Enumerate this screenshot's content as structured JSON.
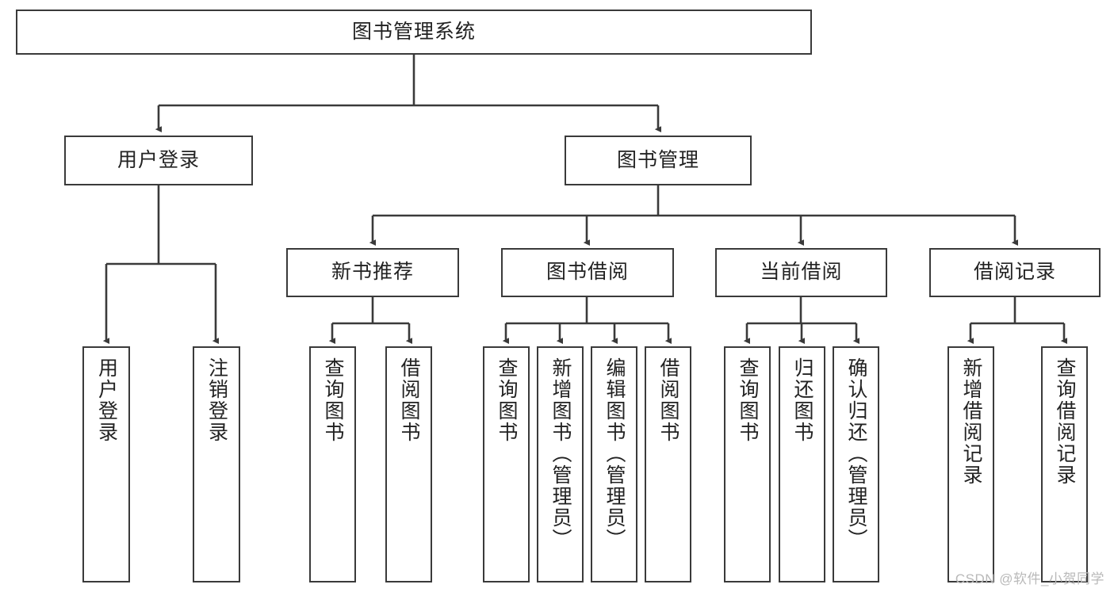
{
  "diagram": {
    "type": "tree-hierarchy-chart",
    "title": "图书管理系统",
    "watermark": "CSDN @软件_小贺同学",
    "colors": {
      "box_border": "#3a3a3a",
      "box_fill": "#ffffff",
      "connector": "#3a3a3a",
      "text": "#222222",
      "watermark": "#b9b9b9"
    },
    "nodes": {
      "root": {
        "label": "图书管理系统"
      },
      "level1": [
        {
          "id": "user-login",
          "label": "用户登录"
        },
        {
          "id": "book-manage",
          "label": "图书管理"
        }
      ],
      "level2": [
        {
          "id": "new-book-recommend",
          "label": "新书推荐"
        },
        {
          "id": "book-borrow",
          "label": "图书借阅"
        },
        {
          "id": "current-borrow",
          "label": "当前借阅"
        },
        {
          "id": "borrow-record",
          "label": "借阅记录"
        }
      ],
      "leaves": {
        "user-login": [
          {
            "id": "leaf-user-login",
            "label": "用户登录"
          },
          {
            "id": "leaf-user-logout",
            "label": "注销登录"
          }
        ],
        "new-book-recommend": [
          {
            "id": "leaf-query-book-1",
            "label": "查询图书"
          },
          {
            "id": "leaf-borrow-book-1",
            "label": "借阅图书"
          }
        ],
        "book-borrow": [
          {
            "id": "leaf-query-book-2",
            "label": "查询图书"
          },
          {
            "id": "leaf-add-book",
            "label": "新增图书（管理员）"
          },
          {
            "id": "leaf-edit-book",
            "label": "编辑图书（管理员）"
          },
          {
            "id": "leaf-borrow-book-2",
            "label": "借阅图书"
          }
        ],
        "current-borrow": [
          {
            "id": "leaf-query-book-3",
            "label": "查询图书"
          },
          {
            "id": "leaf-return-book",
            "label": "归还图书"
          },
          {
            "id": "leaf-confirm-return",
            "label": "确认归还（管理员）"
          }
        ],
        "borrow-record": [
          {
            "id": "leaf-add-record",
            "label": "新增借阅记录"
          },
          {
            "id": "leaf-query-record",
            "label": "查询借阅记录"
          }
        ]
      }
    }
  }
}
